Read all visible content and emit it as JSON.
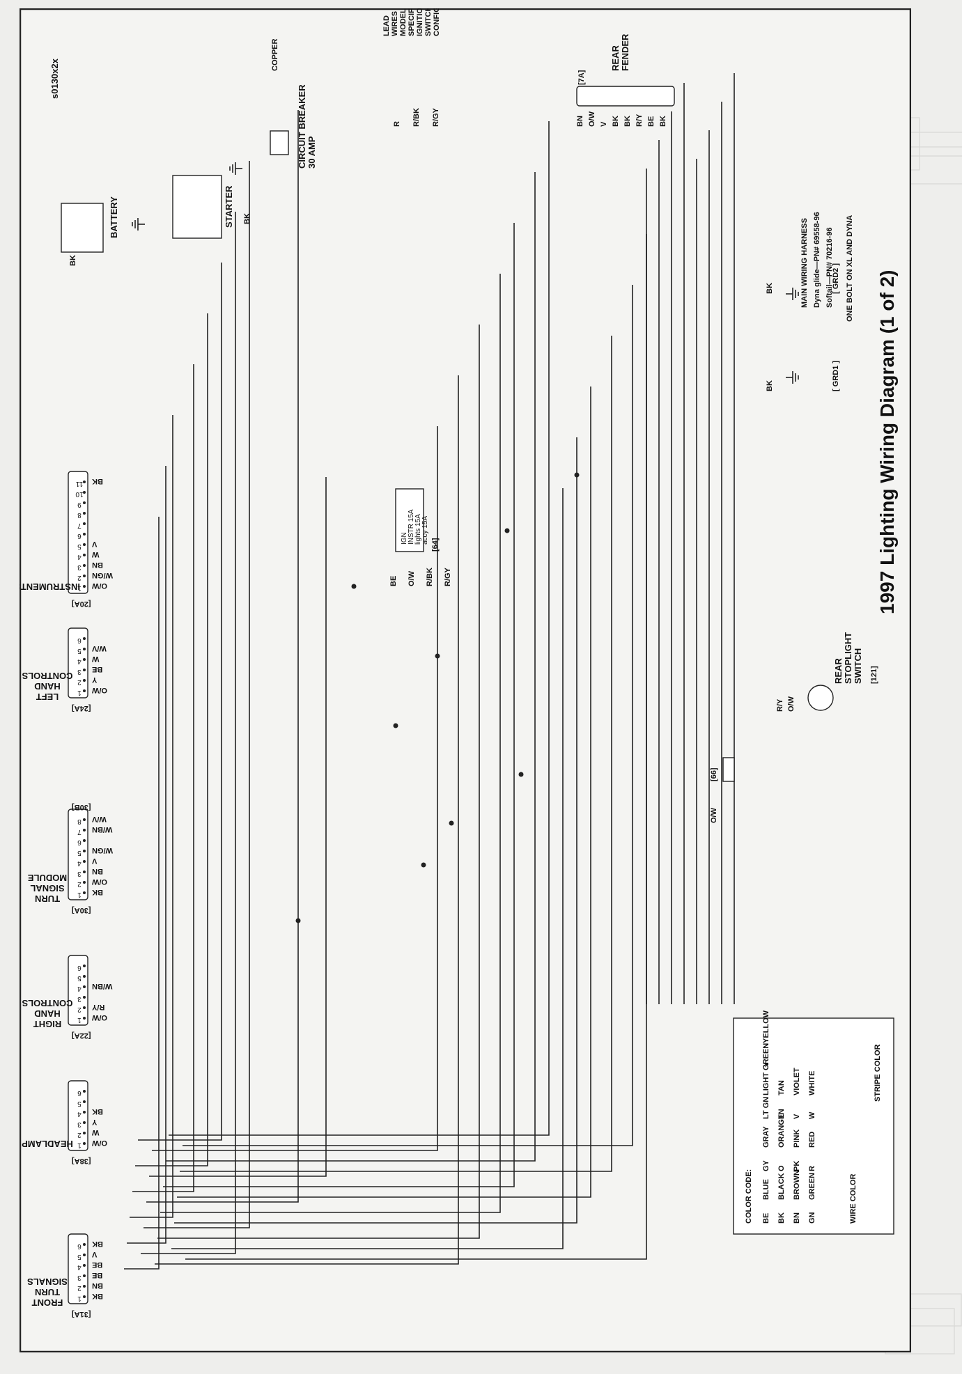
{
  "title": "1997 Lighting Wiring Diagram (1 of 2)",
  "figure_id": "s0130x2x",
  "connectors": [
    {
      "ref": "[31A]",
      "name": "FRONT TURN SIGNALS",
      "wires": [
        "BK",
        "BN",
        "BE",
        "BE",
        "V",
        "BK"
      ]
    },
    {
      "ref": "[38A]",
      "name": "HEADLAMP",
      "wires": [
        "O/W",
        "W",
        "Y",
        "BK"
      ]
    },
    {
      "ref": "[22A]",
      "name": "RIGHT HAND CONTROLS",
      "wires": [
        "O/W",
        "R/Y",
        "",
        "W/BN"
      ]
    },
    {
      "ref": "[30A]",
      "ref2": "[30B]",
      "name": "TURN SIGNAL MODULE",
      "wires": [
        "BK",
        "O/W",
        "BN",
        "V",
        "W/GN",
        "",
        "W/BN",
        "W/V"
      ]
    },
    {
      "ref": "[24A]",
      "name": "LEFT HAND CONTROLS",
      "wires": [
        "O/W",
        "Y",
        "BE",
        "W",
        "W/V"
      ]
    },
    {
      "ref": "[20A]",
      "name": "INSTRUMENTS",
      "wires": [
        "O/W",
        "W/GN",
        "BN",
        "W",
        "V",
        "",
        "",
        "",
        "",
        "",
        "BK"
      ]
    }
  ],
  "components": {
    "battery": "BATTERY",
    "starter": "STARTER",
    "circuit_breaker": "CIRCUIT BREAKER) 30 AMP",
    "copper": "COPPER",
    "rear_fender": "REAR FENDER",
    "rear_fender_ref": "[7A]",
    "rear_fender_wires": [
      "BN",
      "O/W",
      "V",
      "BK",
      "BK",
      "R/Y",
      "BE",
      "BK"
    ],
    "lead_wires": "LEAD WIRES MODEL SPECIFIC IGNITION SWITCH CONFIGURATION",
    "lead_wire_colors": [
      "R",
      "R/BK",
      "R/GY"
    ],
    "fuse_block_ref": "[64]",
    "fuses": [
      "IGN",
      "INSTR 15A",
      "lights 15A",
      "accy 15A"
    ],
    "fuse_wires": [
      "BE",
      "O/W",
      "R/BK",
      "R/GY"
    ],
    "stoplight": "REAR STOPLIGHT SWITCH",
    "stoplight_ref": "[121]",
    "stoplight_wires": [
      "R/Y",
      "O/W"
    ],
    "diode_ref": "[66]",
    "diode_wire": "O/W",
    "ground1": "[ GRD1 ]",
    "ground2": "[ GRD2 ]",
    "ground_note": "ONE BOLT ON XL AND DYNA",
    "harness_title": "MAIN WIRING HARNESS",
    "dyna_pn": "Dyna glide—PN# 69558-96",
    "softail_pn": "Softail—PN# 70216-96",
    "bk": "BK"
  },
  "color_code": {
    "header": "COLOR CODE:",
    "items": [
      [
        "BE",
        "BLUE"
      ],
      [
        "BK",
        "BLACK"
      ],
      [
        "BN",
        "BROWN"
      ],
      [
        "GN",
        "GREEN"
      ],
      [
        "GY",
        "GRAY"
      ],
      [
        "O",
        "ORANGE"
      ],
      [
        "PK",
        "PINK"
      ],
      [
        "R",
        "RED"
      ],
      [
        "LT GN",
        "LIGHT GREEN"
      ],
      [
        "TN",
        "TAN"
      ],
      [
        "V",
        "VIOLET"
      ],
      [
        "W",
        "WHITE"
      ],
      [
        "Y",
        "YELLOW"
      ]
    ],
    "wire_color": "WIRE COLOR",
    "stripe_color": "STRIPE COLOR"
  }
}
